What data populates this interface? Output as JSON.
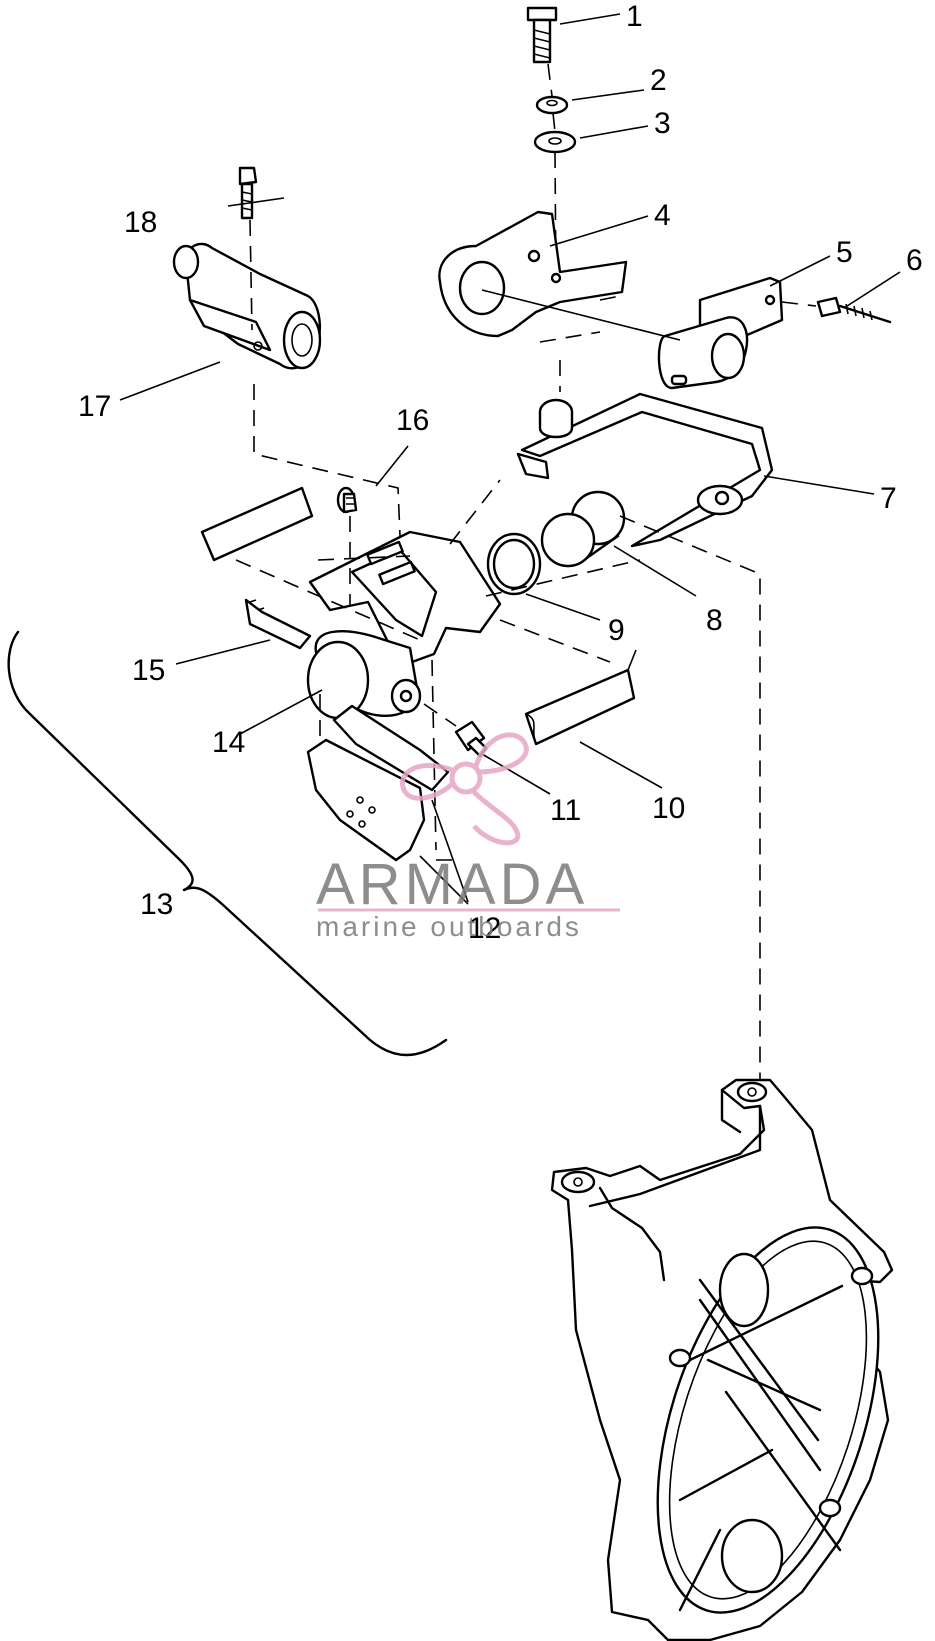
{
  "callouts": [
    "1",
    "2",
    "3",
    "4",
    "5",
    "6",
    "7",
    "8",
    "9",
    "10",
    "11",
    "12",
    "13",
    "14",
    "15",
    "16",
    "17",
    "18"
  ],
  "watermark": {
    "brand": "ARMADA",
    "tagline": "marine outboards",
    "color": "#e6a6c6"
  }
}
